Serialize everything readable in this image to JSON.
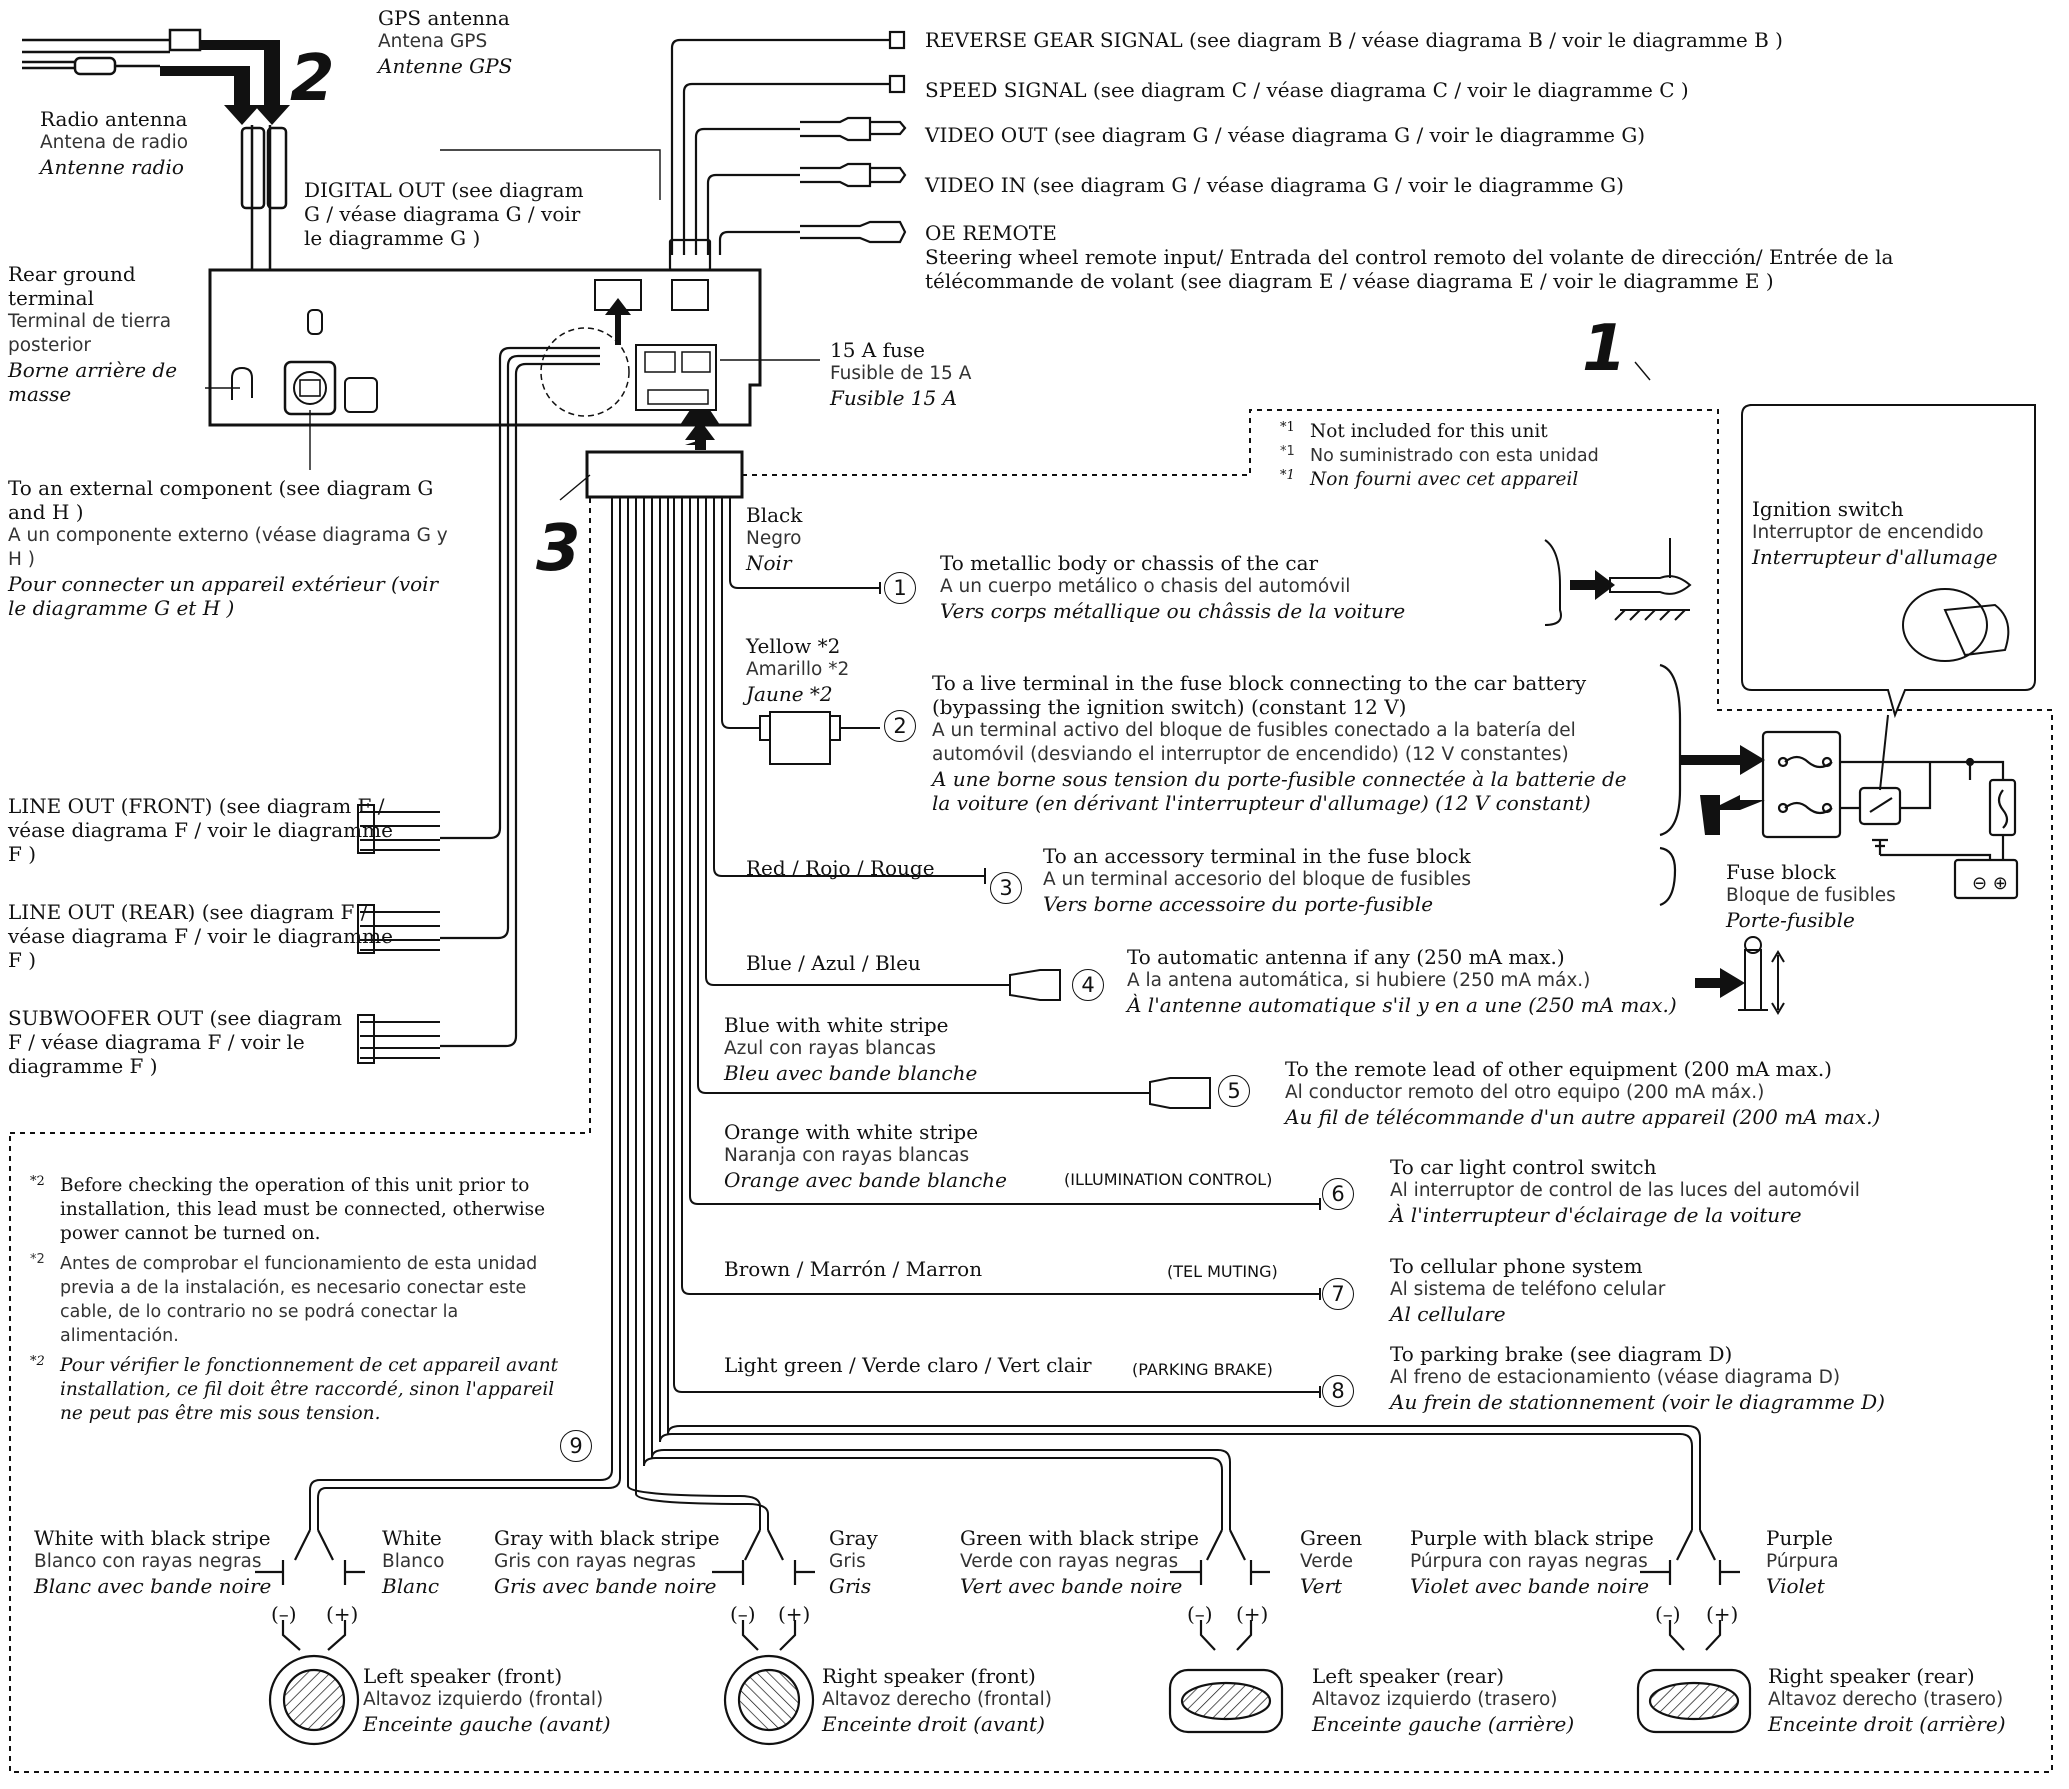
{
  "unit_labels": {
    "gps_antenna": [
      "GPS antenna",
      "Antena GPS",
      "Antenne GPS"
    ],
    "radio_antenna": [
      "Radio antenna",
      "Antena de radio",
      "Antenne radio"
    ],
    "digital_out": [
      "DIGITAL OUT (see diagram G / véase diagrama G / voir le diagramme G )"
    ],
    "rear_ground": [
      "Rear ground terminal",
      "Terminal de tierra posterior",
      "Borne arrière de masse"
    ],
    "fuse_15a": [
      "15 A fuse",
      "Fusible de 15 A",
      "Fusible 15 A"
    ],
    "external_component": [
      "To an external component (see diagram G and H )",
      "A un componente externo (véase diagrama G y H )",
      "Pour connecter un appareil extérieur (voir le diagramme G et H )"
    ]
  },
  "callouts": {
    "one": "1",
    "two": "2",
    "three": "3"
  },
  "top_leads": [
    {
      "text": "REVERSE GEAR SIGNAL (see diagram B / véase diagrama B / voir le diagramme B )"
    },
    {
      "text": "SPEED SIGNAL (see diagram C / véase diagrama C / voir le diagramme C )"
    },
    {
      "text": "VIDEO OUT (see diagram G / véase diagrama G / voir le diagramme G)"
    },
    {
      "text": "VIDEO IN (see diagram G / véase diagrama G / voir le diagramme G)"
    },
    {
      "text": "OE REMOTE"
    }
  ],
  "oe_remote_detail": "Steering wheel remote input/ Entrada del control remoto del volante de dirección/ Entrée de la télécommande de volant (see diagram E / véase diagrama E / voir le diagramme E )",
  "not_included": [
    "Not included for this unit",
    "No suministrado con esta unidad",
    "Non fourni avec cet appareil"
  ],
  "footnote_mark_1": "*1",
  "footnote_mark_2": "*2",
  "ignition_switch": [
    "Ignition switch",
    "Interruptor de encendido",
    "Interrupteur d'allumage"
  ],
  "fuse_block": [
    "Fuse block",
    "Bloque de fusibles",
    "Porte-fusible"
  ],
  "line_outs": [
    {
      "l1": "LINE OUT (FRONT) (see diagram F /",
      "l2": "véase diagrama F / voir le diagramme",
      "l3": "F )"
    },
    {
      "l1": "LINE OUT (REAR) (see diagram F /",
      "l2": "véase diagrama F / voir le diagramme",
      "l3": "F )"
    },
    {
      "l1": "SUBWOOFER OUT (see diagram",
      "l2": "F / véase diagrama F / voir le",
      "l3": "diagramme F )"
    }
  ],
  "leads": [
    {
      "num": "1",
      "color": [
        "Black",
        "Negro",
        "Noir"
      ],
      "dest": [
        "To metallic body or chassis of the car",
        "A un cuerpo metálico o chasis del automóvil",
        "Vers corps métallique ou châssis de la voiture"
      ],
      "caps": ""
    },
    {
      "num": "2",
      "color": [
        "Yellow *2",
        "Amarillo *2",
        "Jaune *2"
      ],
      "dest": [
        "To a live terminal in the fuse block connecting to the car battery (bypassing the ignition switch) (constant 12 V)",
        "A un terminal activo del bloque de fusibles conectado a la batería del automóvil (desviando el interruptor de encendido) (12 V constantes)",
        "A une borne sous tension du porte-fusible connectée à la batterie de la voiture (en dérivant l'interrupteur d'allumage) (12 V constant)"
      ],
      "caps": ""
    },
    {
      "num": "3",
      "color": [
        "Red / Rojo / Rouge"
      ],
      "dest": [
        "To an accessory terminal in the fuse block",
        "A un terminal accesorio del bloque de fusibles",
        "Vers borne accessoire du porte-fusible"
      ],
      "caps": ""
    },
    {
      "num": "4",
      "color": [
        "Blue / Azul / Bleu"
      ],
      "dest": [
        "To automatic antenna if any (250 mA max.)",
        "A la antena automática, si hubiere (250 mA máx.)",
        "À l'antenne automatique s'il y en a une (250 mA max.)"
      ],
      "caps": ""
    },
    {
      "num": "5",
      "color": [
        "Blue with white stripe",
        "Azul con rayas blancas",
        "Bleu avec bande blanche"
      ],
      "dest": [
        "To the remote lead of other equipment (200 mA max.)",
        "Al conductor remoto del otro equipo (200 mA máx.)",
        "Au fil de télécommande d'un autre appareil (200 mA max.)"
      ],
      "caps": ""
    },
    {
      "num": "6",
      "color": [
        "Orange with white stripe",
        "Naranja con rayas blancas",
        "Orange avec bande blanche"
      ],
      "dest": [
        "To car light control switch",
        "Al interruptor de control de las luces del automóvil",
        "À l'interrupteur d'éclairage de la voiture"
      ],
      "caps": "(ILLUMINATION CONTROL)"
    },
    {
      "num": "7",
      "color": [
        "Brown / Marrón / Marron"
      ],
      "dest": [
        "To cellular phone system",
        "Al sistema de teléfono celular",
        "Al cellulare"
      ],
      "caps": "(TEL MUTING)"
    },
    {
      "num": "8",
      "color": [
        "Light green / Verde claro / Vert clair"
      ],
      "dest": [
        "To parking brake (see diagram D)",
        "Al freno de estacionamiento (véase diagrama D)",
        "Au frein de stationnement (voir le diagramme D)"
      ],
      "caps": "(PARKING BRAKE)"
    }
  ],
  "notes_2": [
    "Before checking the operation of this unit prior to installation, this lead must be connected, otherwise power cannot be turned on.",
    "Antes de comprobar el funcionamiento de esta unidad previa a de la instalación, es necesario conectar este cable, de lo contrario no se podrá conectar la alimentación.",
    "Pour vérifier le fonctionnement de cet appareil avant installation, ce fil doit être raccordé, sinon l'appareil ne peut pas être mis sous tension."
  ],
  "speaker_group_num": "9",
  "minus": "(–)",
  "plus": "(+)",
  "speakers": [
    {
      "neg": [
        "White with black stripe",
        "Blanco con rayas negras",
        "Blanc avec bande noire"
      ],
      "pos": [
        "White",
        "Blanco",
        "Blanc"
      ],
      "name": [
        "Left speaker (front)",
        "Altavoz izquierdo (frontal)",
        "Enceinte gauche (avant)"
      ]
    },
    {
      "neg": [
        "Gray with black stripe",
        "Gris con rayas negras",
        "Gris avec bande noire"
      ],
      "pos": [
        "Gray",
        "Gris",
        "Gris"
      ],
      "name": [
        "Right speaker (front)",
        "Altavoz derecho (frontal)",
        "Enceinte droit (avant)"
      ]
    },
    {
      "neg": [
        "Green with black stripe",
        "Verde con rayas negras",
        "Vert avec bande noire"
      ],
      "pos": [
        "Green",
        "Verde",
        "Vert"
      ],
      "name": [
        "Left speaker (rear)",
        "Altavoz izquierdo (trasero)",
        "Enceinte gauche (arrière)"
      ]
    },
    {
      "neg": [
        "Purple with black stripe",
        "Púrpura con rayas negras",
        "Violet avec bande noire"
      ],
      "pos": [
        "Purple",
        "Púrpura",
        "Violet"
      ],
      "name": [
        "Right speaker (rear)",
        "Altavoz derecho (trasero)",
        "Enceinte droit (arrière)"
      ]
    }
  ]
}
